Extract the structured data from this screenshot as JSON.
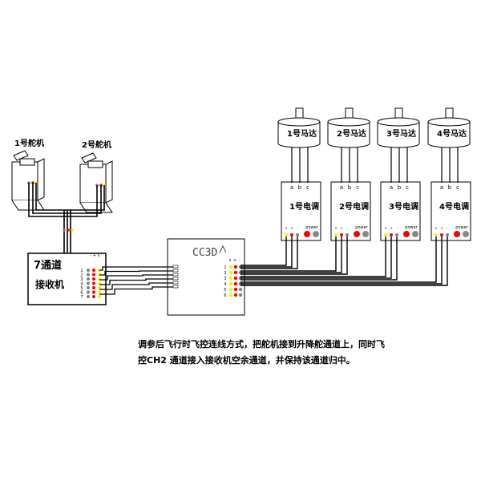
{
  "servos": [
    {
      "label": "1号舵机"
    },
    {
      "label": "2号舵机"
    }
  ],
  "motors": [
    {
      "label": "1号马达"
    },
    {
      "label": "2号马达"
    },
    {
      "label": "3号马达"
    },
    {
      "label": "4号马达"
    }
  ],
  "escs": [
    {
      "label": "1号电调",
      "pins": [
        "a",
        "b",
        "c"
      ],
      "pwr": [
        "s",
        "+",
        "-"
      ],
      "power": "power"
    },
    {
      "label": "2号电调",
      "pins": [
        "a",
        "b",
        "c"
      ],
      "pwr": [
        "s",
        "+",
        "-"
      ],
      "power": "power"
    },
    {
      "label": "3号电调",
      "pins": [
        "a",
        "b",
        "c"
      ],
      "pwr": [
        "s",
        "+",
        "-"
      ],
      "power": "power"
    },
    {
      "label": "4号电调",
      "pins": [
        "a",
        "b",
        "c"
      ],
      "pwr": [
        "s",
        "+",
        "-"
      ],
      "power": "power"
    }
  ],
  "receiver": {
    "line1": "7通道",
    "line2": "接收机",
    "channels": [
      "1",
      "2",
      "3",
      "4",
      "5",
      "6",
      "7"
    ],
    "pin_header": [
      "-",
      "+",
      "s"
    ]
  },
  "cc3d": {
    "label": "CC3D",
    "channels": [
      "1",
      "2",
      "3",
      "4",
      "5",
      "6"
    ],
    "pin_header": [
      "s",
      "+",
      "-"
    ]
  },
  "caption": {
    "line1": "调参后飞行时飞控连线方式，把舵机接到升降舵通道上，同时飞",
    "line2": "控CH2 通道接入接收机空余通道，并保持该通道归中。"
  },
  "colors": {
    "signal": "#ffee00",
    "positive": "#ff0000",
    "negative": "#808080",
    "wire": "#000000"
  }
}
